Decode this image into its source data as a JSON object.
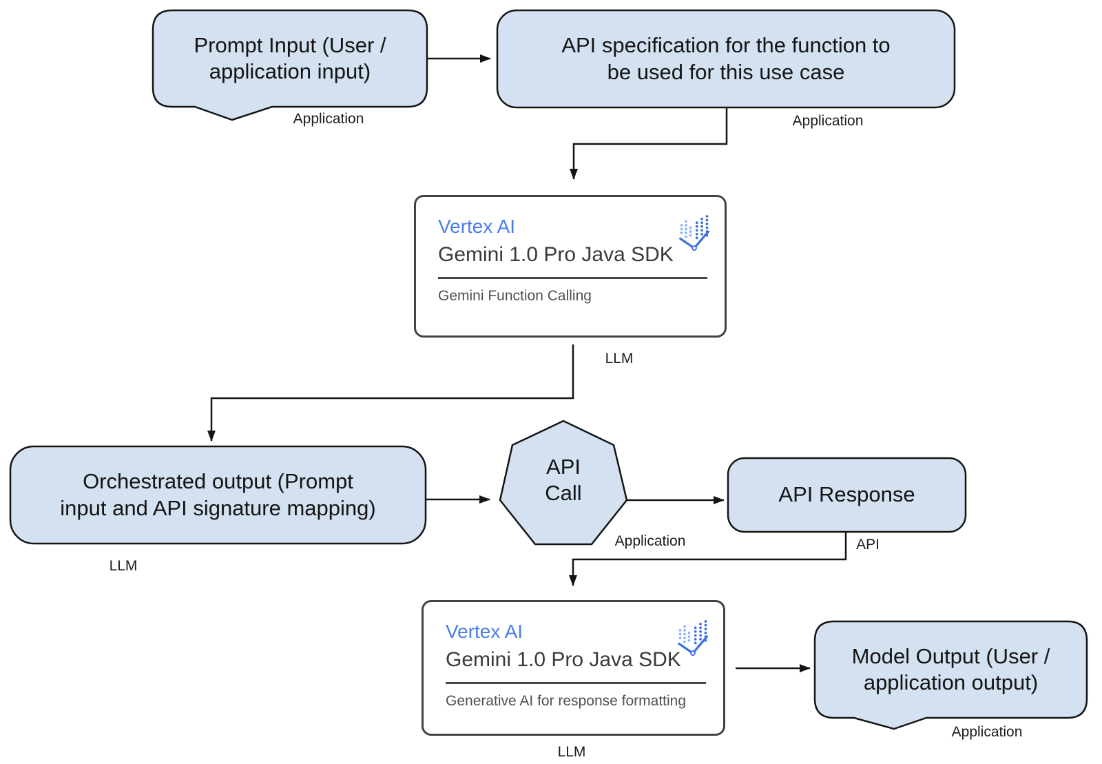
{
  "colors": {
    "node_fill": "#d3e1f0",
    "node_stroke": "#141414",
    "card_fill": "#ffffff",
    "card_stroke": "#424242",
    "vertex_blue": "#4a7de8",
    "icon_blue_light": "#8fb3f5",
    "icon_blue_dark": "#3b6ee0",
    "connector": "#141414",
    "node_text": "#141414",
    "card_subtitle_gray": "#3a3a3a",
    "card_caption_gray": "#4f4f4f"
  },
  "nodes": {
    "prompt_input": {
      "text": "Prompt Input (User /\napplication input)",
      "tag": "Application"
    },
    "api_spec": {
      "text": "API specification for the function to\nbe used for this use case",
      "tag": "Application"
    },
    "gemini_function_calling": {
      "title": "Vertex AI",
      "subtitle": "Gemini 1.0 Pro Java SDK",
      "caption": "Gemini Function Calling",
      "tag": "LLM"
    },
    "orchestrated_output": {
      "text": "Orchestrated output (Prompt\ninput and API signature mapping)",
      "tag": "LLM"
    },
    "api_call": {
      "text": "API\nCall",
      "tag": "Application"
    },
    "api_response": {
      "text": "API Response",
      "tag": "API"
    },
    "gemini_response_formatting": {
      "title": "Vertex AI",
      "subtitle": "Gemini 1.0 Pro Java SDK",
      "caption": "Generative AI for response formatting",
      "tag": "LLM"
    },
    "model_output": {
      "text": "Model Output (User /\napplication output)",
      "tag": "Application"
    }
  },
  "edges": [
    {
      "from": "prompt_input",
      "to": "api_spec"
    },
    {
      "from": "api_spec",
      "to": "gemini_function_calling"
    },
    {
      "from": "gemini_function_calling",
      "to": "orchestrated_output"
    },
    {
      "from": "orchestrated_output",
      "to": "api_call"
    },
    {
      "from": "api_call",
      "to": "api_response"
    },
    {
      "from": "api_response",
      "to": "gemini_response_formatting"
    },
    {
      "from": "gemini_response_formatting",
      "to": "model_output"
    }
  ]
}
